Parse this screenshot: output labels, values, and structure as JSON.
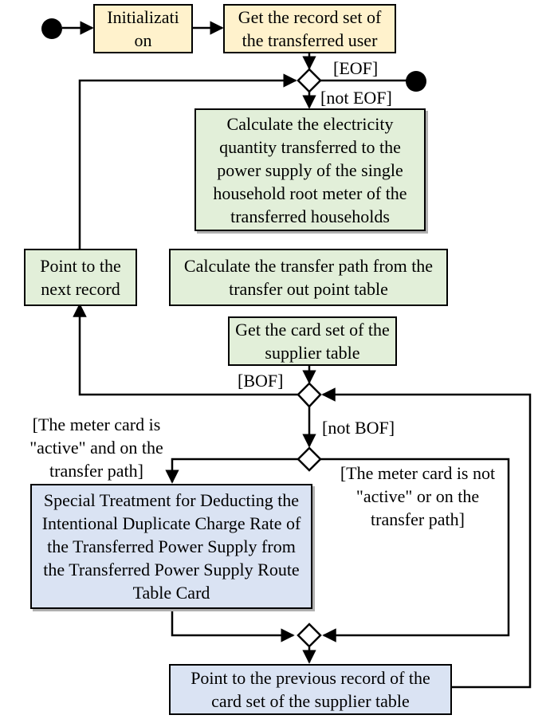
{
  "boxes": {
    "init": "Initializati on",
    "get_record_set": "Get the record set of the transferred user",
    "calc_quantity": "Calculate the electricity quantity transferred to the power supply of the single household root meter of the transferred households",
    "point_next": "Point to the next record",
    "calc_path": "Calculate the transfer path from the transfer out point table",
    "get_card_set": "Get the card set of the supplier table",
    "special_treatment": "Special Treatment for Deducting the Intentional Duplicate Charge Rate of the Transferred Power Supply from the Transferred Power Supply Route Table Card",
    "point_previous": "Point to the previous record of the card set of the supplier table"
  },
  "labels": {
    "eof": "[EOF]",
    "not_eof": "[not EOF]",
    "bof": "[BOF]",
    "not_bof": "[not BOF]",
    "card_active": "[The meter card is \"active\" and on the transfer path]",
    "card_not_active": "[The meter card is not \"active\" or on the transfer path]"
  },
  "colors": {
    "orange_fill": "#fff2cc",
    "green_fill": "#e2efd9",
    "blue_fill": "#dae3f3",
    "line": "#000000"
  }
}
